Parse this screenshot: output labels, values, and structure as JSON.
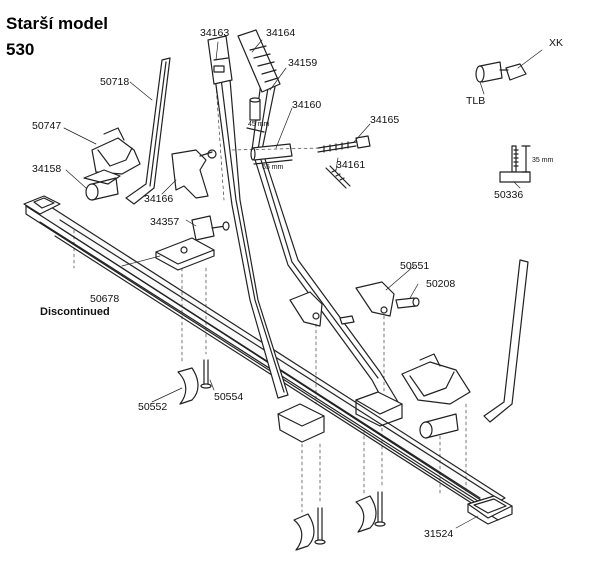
{
  "title": {
    "line1": "Starší model",
    "line2": "530"
  },
  "parts": {
    "p34163": "34163",
    "p34164": "34164",
    "p34159": "34159",
    "p50718": "50718",
    "p50747": "50747",
    "p34160": "34160",
    "p34165": "34165",
    "p34161": "34161",
    "p34158": "34158",
    "p34166": "34166",
    "p34357": "34357",
    "p50678": "50678",
    "discontinued": "Discontinued",
    "p50551": "50551",
    "p50208": "50208",
    "p50552": "50552",
    "p50554": "50554",
    "p31524": "31524",
    "pXK": "XK",
    "pTLB": "TLB",
    "p50336": "50336"
  },
  "dimensions": {
    "d45": "45 mm",
    "d65": "65 mm",
    "d35": "35 mm"
  }
}
